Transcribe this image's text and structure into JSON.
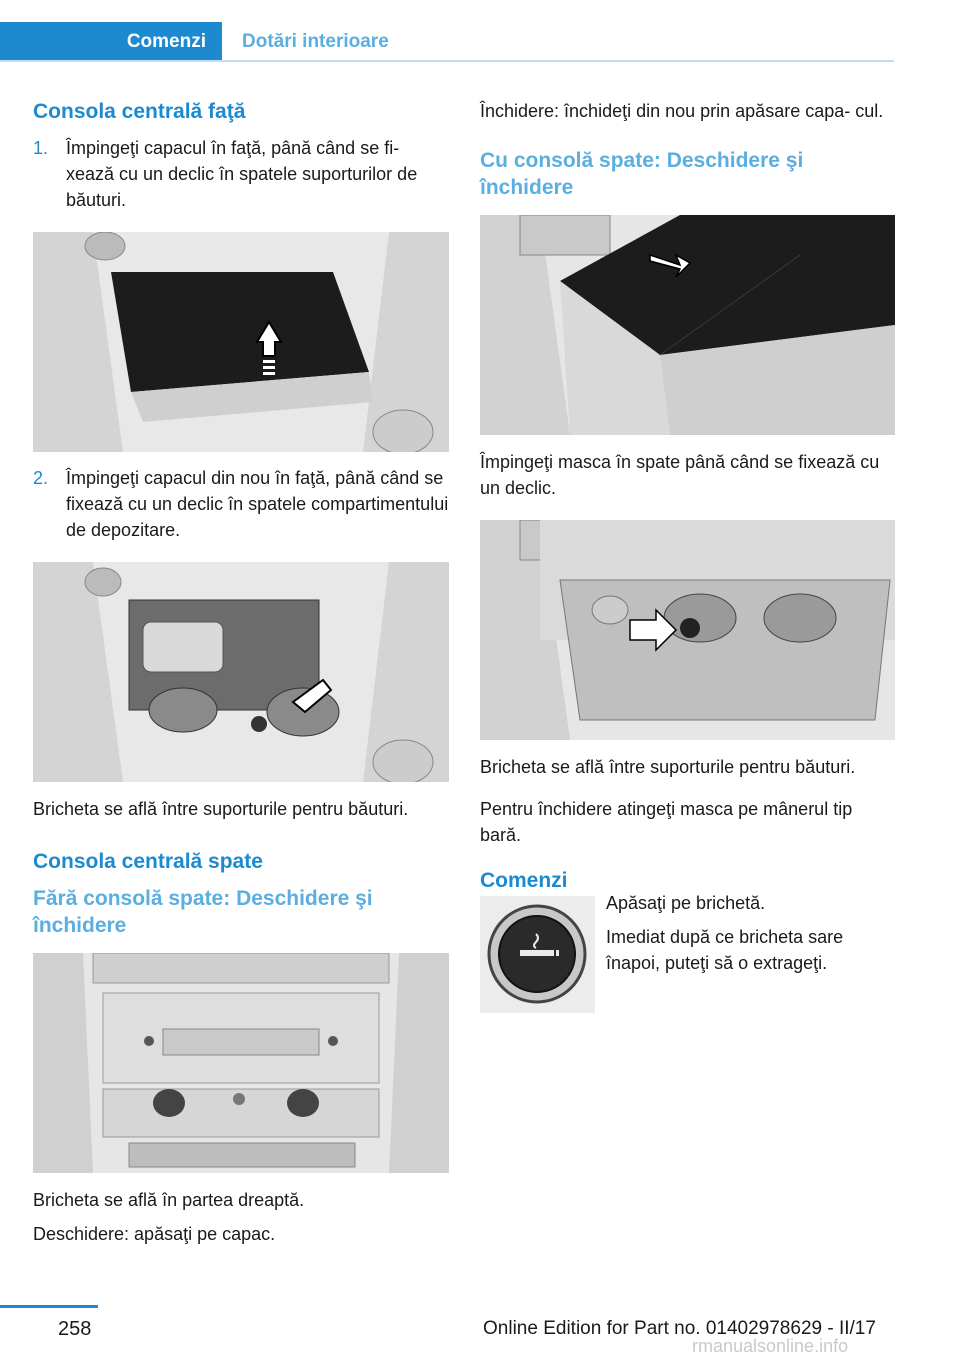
{
  "header": {
    "tab_active": "Comenzi",
    "tab_inactive": "Dotări interioare"
  },
  "left": {
    "heading": "Consola centrală faţă",
    "step1_num": "1.",
    "step1_text": "Împingeţi capacul în faţă, până când se fi‐ xează cu un declic în spatele suporturilor de băuturi.",
    "step2_num": "2.",
    "step2_text": "Împingeţi capacul din nou în faţă, până când se fixează cu un declic în spatele compartimentului de depozitare.",
    "caption1": "Bricheta se află între suporturile pentru băuturi.",
    "heading2": "Consola centrală spate",
    "subheading": "Fără consolă spate: Deschidere şi închidere",
    "caption2": "Bricheta se află în partea dreaptă.",
    "caption3": "Deschidere: apăsaţi pe capac."
  },
  "right": {
    "para1": "Închidere: închideţi din nou prin apăsare capa‐ cul.",
    "subheading": "Cu consolă spate: Deschidere şi închidere",
    "caption1": "Împingeţi masca în spate până când se fixează cu un declic.",
    "caption2": "Bricheta se află între suporturile pentru băuturi.",
    "para2": "Pentru închidere atingeţi masca pe mânerul tip bară.",
    "heading": "Comenzi",
    "ctrl_text1": "Apăsaţi pe brichetă.",
    "ctrl_text2": "Imediat după ce bricheta sare înapoi, puteţi să o extrageţi."
  },
  "footer": {
    "page_number": "258",
    "edition": "Online Edition for Part no. 01402978629 - II/17",
    "watermark": "rmanualsonline.info"
  },
  "colors": {
    "accent": "#1d8ad0",
    "accent_light": "#5aaee0"
  }
}
